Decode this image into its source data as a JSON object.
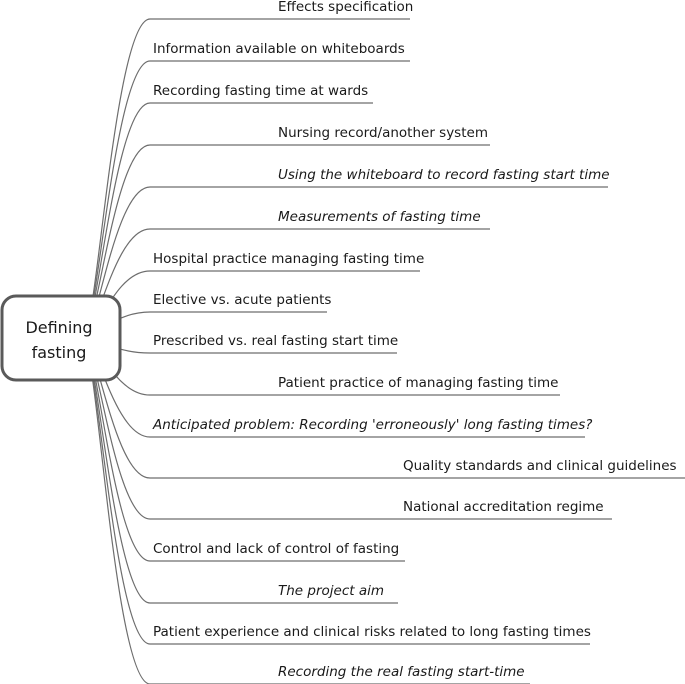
{
  "central": {
    "line1": "Defining",
    "line2": "fasting"
  },
  "branches": [
    {
      "label": "Effects specification",
      "italic": false
    },
    {
      "label": "Information available on whiteboards",
      "italic": false
    },
    {
      "label": "Recording fasting time at wards",
      "italic": false
    },
    {
      "label": "Nursing record/another system",
      "italic": false
    },
    {
      "label": "Using the whiteboard to record fasting start time",
      "italic": true
    },
    {
      "label": "Measurements of fasting time",
      "italic": true
    },
    {
      "label": "Hospital practice managing fasting time",
      "italic": false
    },
    {
      "label": "Elective vs. acute patients",
      "italic": false
    },
    {
      "label": "Prescribed vs. real fasting start time",
      "italic": false
    },
    {
      "label": "Patient practice of managing fasting time",
      "italic": false
    },
    {
      "label": "Anticipated problem: Recording 'erroneously' long fasting times?",
      "italic": true
    },
    {
      "label": "Quality standards and clinical guidelines",
      "italic": false
    },
    {
      "label": "National accreditation regime",
      "italic": false
    },
    {
      "label": "Control and lack of control of fasting",
      "italic": false
    },
    {
      "label": "The project aim",
      "italic": true
    },
    {
      "label": "Patient experience and clinical risks related to long fasting times",
      "italic": false
    },
    {
      "label": "Recording the real fasting start-time",
      "italic": true
    }
  ]
}
